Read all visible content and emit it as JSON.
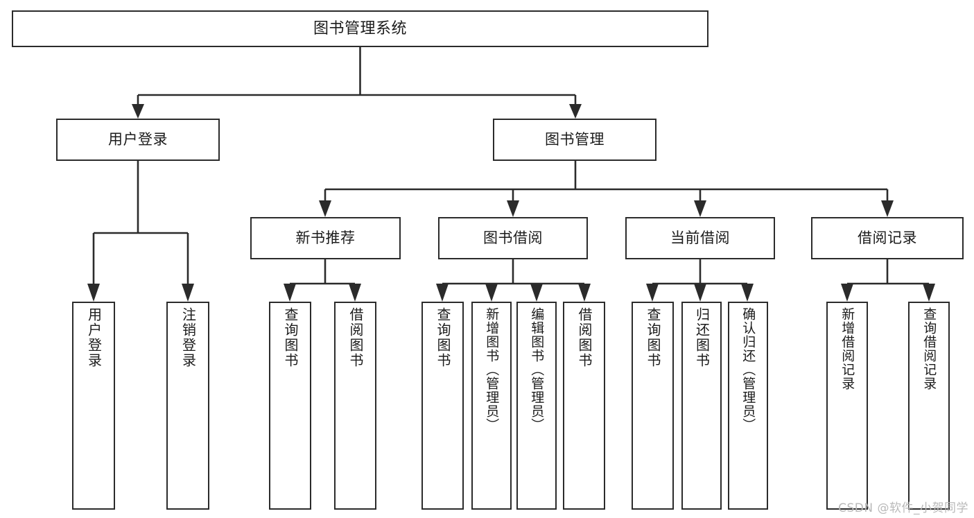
{
  "diagram": {
    "type": "tree",
    "title": "图书管理系统",
    "watermark": "CSDN @软件_小贺同学",
    "root": {
      "id": "root",
      "label": "图书管理系统"
    },
    "level1": [
      {
        "id": "user-login",
        "label": "用户登录"
      },
      {
        "id": "book-management",
        "label": "图书管理"
      }
    ],
    "level2": [
      {
        "id": "new-book-recommend",
        "label": "新书推荐",
        "parent": "book-management"
      },
      {
        "id": "book-borrow",
        "label": "图书借阅",
        "parent": "book-management"
      },
      {
        "id": "current-borrow",
        "label": "当前借阅",
        "parent": "book-management"
      },
      {
        "id": "borrow-record",
        "label": "借阅记录",
        "parent": "book-management"
      }
    ],
    "leaves": [
      {
        "id": "leaf-user-login",
        "label": "用户登录",
        "parent": "user-login"
      },
      {
        "id": "leaf-logout-login",
        "label": "注销登录",
        "parent": "user-login"
      },
      {
        "id": "leaf-query-book-1",
        "label": "查询图书",
        "parent": "new-book-recommend"
      },
      {
        "id": "leaf-borrow-book-1",
        "label": "借阅图书",
        "parent": "new-book-recommend"
      },
      {
        "id": "leaf-query-book-2",
        "label": "查询图书",
        "parent": "book-borrow"
      },
      {
        "id": "leaf-add-book",
        "label": "新增图书（管理员）",
        "parent": "book-borrow"
      },
      {
        "id": "leaf-edit-book",
        "label": "编辑图书（管理员）",
        "parent": "book-borrow"
      },
      {
        "id": "leaf-borrow-book-2",
        "label": "借阅图书",
        "parent": "book-borrow"
      },
      {
        "id": "leaf-query-book-3",
        "label": "查询图书",
        "parent": "current-borrow"
      },
      {
        "id": "leaf-return-book",
        "label": "归还图书",
        "parent": "current-borrow"
      },
      {
        "id": "leaf-confirm-return",
        "label": "确认归还（管理员）",
        "parent": "current-borrow"
      },
      {
        "id": "leaf-add-record",
        "label": "新增借阅记录",
        "parent": "borrow-record"
      },
      {
        "id": "leaf-query-record",
        "label": "查询借阅记录",
        "parent": "borrow-record"
      }
    ],
    "colors": {
      "stroke": "#2b2b2b",
      "fill": "#ffffff",
      "text": "#1b1b1b",
      "watermark": "#b9b9b9"
    }
  }
}
